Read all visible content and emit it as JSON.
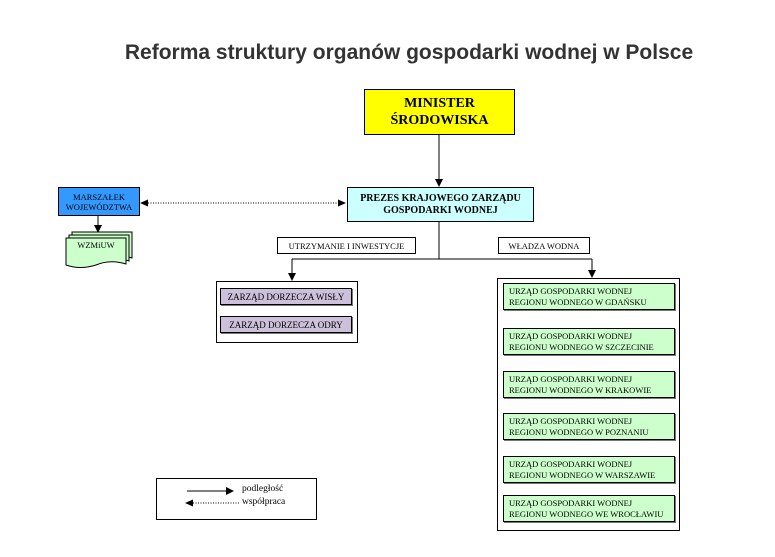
{
  "title": "Reforma struktury organów gospodarki wodnej w Polsce",
  "minister": {
    "line1": "MINISTER",
    "line2": "ŚRODOWISKA"
  },
  "prezes": {
    "line1": "PREZES KRAJOWEGO ZARZĄDU",
    "line2": "GOSPODARKI WODNEJ"
  },
  "marszalek": {
    "line1": "MARSZAŁEK",
    "line2": "WOJEWÓDZTWA"
  },
  "wzmiuw": "WZMiUW",
  "branches": {
    "left": "UTRZYMANIE I INWESTYCJE",
    "right": "WŁADZA WODNA"
  },
  "zarzady": [
    "ZARZĄD DORZECZA WISŁY",
    "ZARZĄD DORZECZA ODRY"
  ],
  "urzedy": [
    {
      "line1": "URZĄD GOSPODARKI WODNEJ",
      "line2": "REGIONU WODNEGO W GDAŃSKU"
    },
    {
      "line1": "URZĄD GOSPODARKI WODNEJ",
      "line2": "REGIONU WODNEGO W  SZCZECINIE"
    },
    {
      "line1": "URZĄD GOSPODARKI WODNEJ",
      "line2": "REGIONU WODNEGO W KRAKOWIE"
    },
    {
      "line1": "URZĄD GOSPODARKI WODNEJ",
      "line2": "REGIONU WODNEGO W  POZNANIU"
    },
    {
      "line1": "URZĄD GOSPODARKI WODNEJ",
      "line2": "REGIONU WODNEGO W  WARSZAWIE"
    },
    {
      "line1": "URZĄD GOSPODARKI WODNEJ",
      "line2": "REGIONU WODNEGO WE WROCŁAWIU"
    }
  ],
  "legend": {
    "solid": "podległość",
    "dotted": "współpraca"
  }
}
